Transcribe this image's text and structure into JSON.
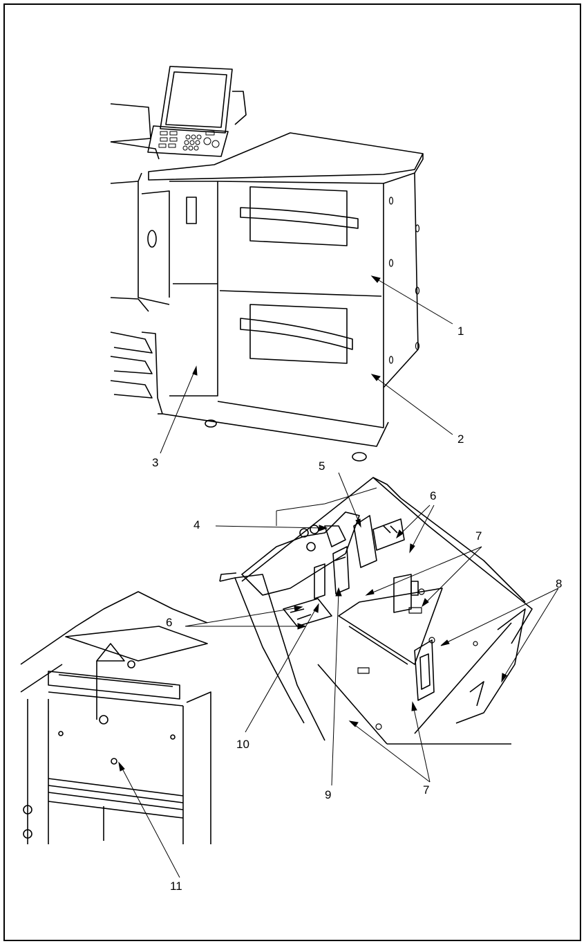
{
  "figure": {
    "top_illustration": "copier-with-large-capacity-unit",
    "middle_illustration": "paper-tray-interior",
    "bottom_illustration": "paper-tray-lift-mechanism",
    "callouts": [
      {
        "id": "c1",
        "label": "1"
      },
      {
        "id": "c2",
        "label": "2"
      },
      {
        "id": "c3",
        "label": "3"
      },
      {
        "id": "c4",
        "label": "4"
      },
      {
        "id": "c5",
        "label": "5"
      },
      {
        "id": "c6a",
        "label": "6"
      },
      {
        "id": "c6b",
        "label": "6"
      },
      {
        "id": "c7a",
        "label": "7"
      },
      {
        "id": "c7b",
        "label": "7"
      },
      {
        "id": "c8",
        "label": "8"
      },
      {
        "id": "c9",
        "label": "9"
      },
      {
        "id": "c10",
        "label": "10"
      },
      {
        "id": "c11",
        "label": "11"
      }
    ]
  }
}
